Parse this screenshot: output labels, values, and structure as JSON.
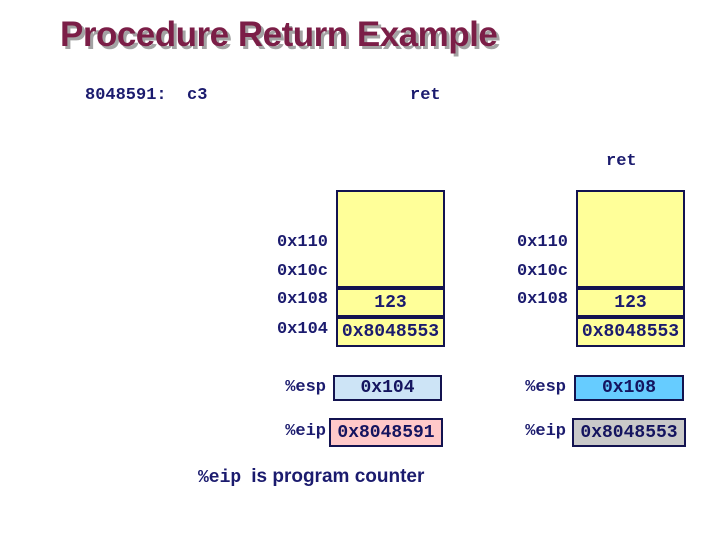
{
  "title": "Procedure Return Example",
  "colors": {
    "title_maroon": "#7b1e47",
    "navy_text": "#1b1b6e",
    "box_border": "#131350",
    "stack_fill": "#ffff99",
    "esp_before_fill": "#cde4f6",
    "esp_after_fill": "#66ccff",
    "eip_before_fill": "#ffc9c9",
    "eip_after_fill": "#c9c9c9"
  },
  "code_line": {
    "address_and_bytes": "8048591:  c3",
    "instruction": "ret"
  },
  "after_instruction_label": "ret",
  "stack_before": {
    "address_labels": [
      "0x110",
      "0x10c",
      "0x108",
      "0x104"
    ],
    "cell_values": [
      "",
      "123",
      "0x8048553"
    ],
    "esp_label": "%esp",
    "esp_value": "0x104",
    "eip_label": "%eip",
    "eip_value": "0x8048591"
  },
  "stack_after": {
    "address_labels": [
      "0x110",
      "0x10c",
      "0x108"
    ],
    "cell_values": [
      "",
      "123",
      "0x8048553"
    ],
    "esp_label": "%esp",
    "esp_value": "0x108",
    "eip_label": "%eip",
    "eip_value": "0x8048553"
  },
  "caption": {
    "register": "%eip",
    "text": "is program counter"
  }
}
